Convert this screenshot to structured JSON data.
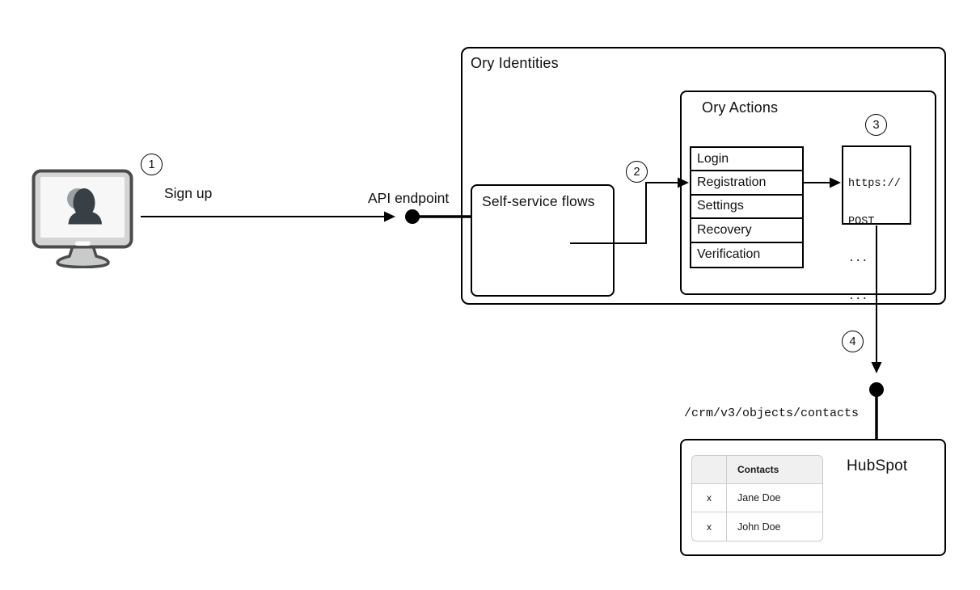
{
  "steps": {
    "one": "1",
    "two": "2",
    "three": "3",
    "four": "4"
  },
  "labels": {
    "sign_up": "Sign up",
    "api_endpoint": "API endpoint"
  },
  "ory_identities": {
    "title": "Ory Identities",
    "self_service_flows": {
      "title": "Self-service flows"
    },
    "ory_actions": {
      "title": "Ory Actions",
      "flows": [
        "Login",
        "Registration",
        "Settings",
        "Recovery",
        "Verification"
      ],
      "webhook": {
        "lines": [
          "https://",
          "POST",
          "...",
          "..."
        ]
      }
    }
  },
  "hubspot": {
    "title": "HubSpot",
    "endpoint": "/crm/v3/objects/contacts",
    "contacts_table": {
      "headers": [
        "",
        "Contacts"
      ],
      "rows": [
        [
          "x",
          "Jane Doe"
        ],
        [
          "x",
          "John Doe"
        ]
      ]
    }
  },
  "icons": {
    "device": "computer-user-icon",
    "api_endpoint_node": "filled-circle-connector",
    "hubspot_endpoint_node": "filled-circle-connector"
  },
  "colors": {
    "stroke": "#000000",
    "background": "#ffffff",
    "table_border": "#c9c9c9",
    "table_header_bg": "#f0f0f0",
    "monitor_frame": "#d5d5d5",
    "monitor_outline": "#4b4b4b",
    "monitor_screen": "#f7f7f7",
    "silhouette": "#394045",
    "silhouette_highlight": "#9aa0a4"
  }
}
